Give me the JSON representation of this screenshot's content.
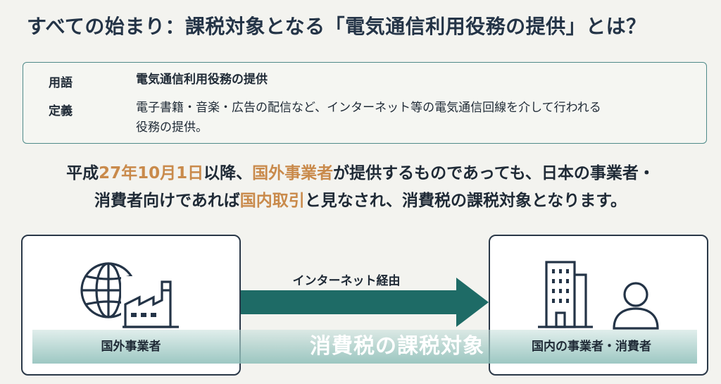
{
  "title": "すべての始まり：課税対象となる「電気通信利用役務の提供」とは？",
  "terms": {
    "term_label": "用語",
    "term_value": "電気通信利用役務の提供",
    "definition_label": "定義",
    "definition_line1": "電子書籍・音楽・広告の配信など、インターネット等の電気通信回線を介して行われる",
    "definition_line2": "役務の提供。"
  },
  "statement": {
    "l1_a": "平成",
    "l1_date": "27年10月1日",
    "l1_b": "以降、",
    "l1_foreign": "国外事業者",
    "l1_c": "が提供するものであっても、日本の事業者・",
    "l2_a": "消費者向けであれば",
    "l2_domestic": "国内取引",
    "l2_b": "と見なされ、消費税の課税対象となります。"
  },
  "diagram": {
    "arrow_label": "インターネット経由",
    "left_label": "国外事業者",
    "right_label": "国内の事業者・消費者",
    "band_label": "消費税の課税対象",
    "left_icons": [
      "globe-icon",
      "factory-icon"
    ],
    "right_icons": [
      "office-building-icon",
      "person-icon"
    ]
  },
  "colors": {
    "heading": "#243447",
    "highlight": "#c98a4b",
    "accent_teal": "#1e6b66",
    "box_border": "#4f8a89"
  }
}
